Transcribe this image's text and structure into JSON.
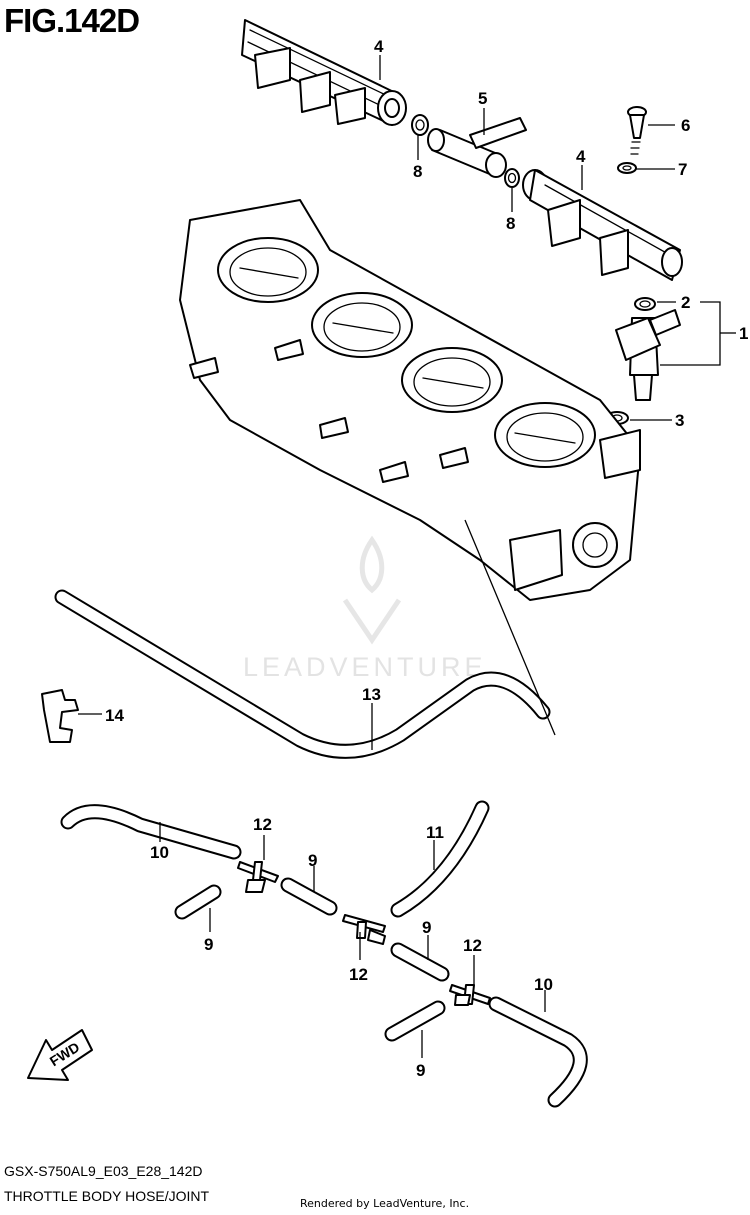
{
  "figure": {
    "title": "FIG.142D",
    "code": "GSX-S750AL9_E03_E28_142D",
    "name": "THROTTLE BODY HOSE/JOINT",
    "credit": "Rendered by LeadVenture, Inc."
  },
  "watermark": {
    "text": "LEADVENTURE"
  },
  "direction_arrow": {
    "label": "FWD"
  },
  "callouts": [
    "1",
    "2",
    "3",
    "4",
    "4",
    "5",
    "6",
    "7",
    "8",
    "8",
    "9",
    "9",
    "9",
    "9",
    "10",
    "10",
    "11",
    "12",
    "12",
    "12",
    "13",
    "14"
  ]
}
